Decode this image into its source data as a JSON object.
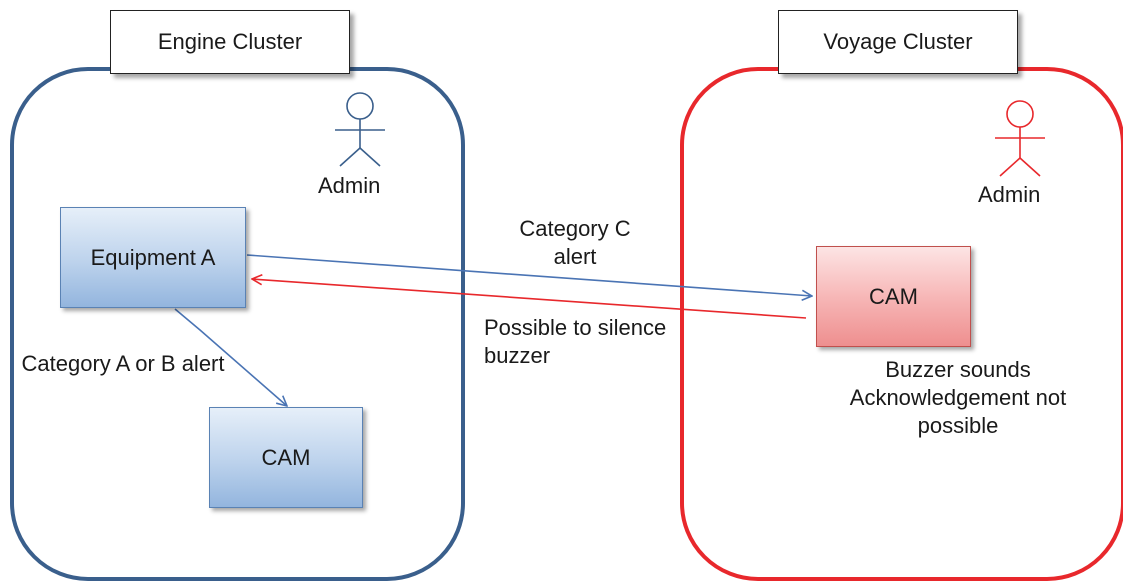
{
  "clusters": {
    "engine": {
      "title": "Engine Cluster",
      "color": "#3a5f8c",
      "admin_label": "Admin",
      "equipment_label": "Equipment A",
      "cam_label": "CAM",
      "alert_label": "Category A or B alert"
    },
    "voyage": {
      "title": "Voyage Cluster",
      "color": "#e8282c",
      "admin_label": "Admin",
      "cam_label": "CAM",
      "status_label": "Buzzer sounds Acknowledgement not possible"
    }
  },
  "links": {
    "cross_alert_label": "Category C alert",
    "silence_label": "Possible to silence buzzer"
  },
  "icons": {
    "engine_admin": "person-icon",
    "voyage_admin": "person-icon"
  },
  "colors": {
    "blue_arrow": "#4a74b4",
    "red_arrow": "#e8282c",
    "blue_box": "#bcd2ec",
    "red_box": "#f6b3b3"
  }
}
